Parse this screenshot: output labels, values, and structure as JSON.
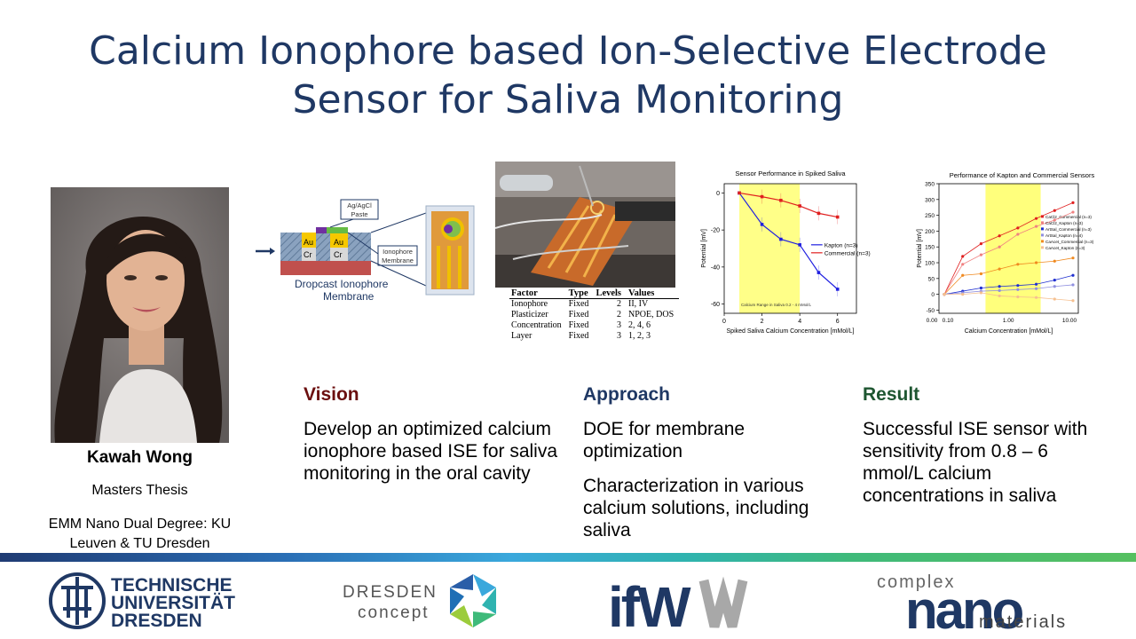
{
  "title": {
    "line1": "Calcium Ionophore based Ion-Selective Electrode",
    "line2": "Sensor for Saliva Monitoring"
  },
  "person": {
    "name": "Kawah Wong",
    "role": "Masters Thesis",
    "degree": "EMM Nano Dual Degree: KU Leuven & TU Dresden"
  },
  "diagram": {
    "agagcl": "Ag/AgCl Paste",
    "au1": "Au",
    "cr1": "Cr",
    "au2": "Au",
    "cr2": "Cr",
    "ionophore_membrane": "Ionophore Membrane",
    "caption": "Dropcast Ionophore Membrane"
  },
  "doe_table": {
    "headers": [
      "Factor",
      "Type",
      "Levels",
      "Values"
    ],
    "rows": [
      [
        "Ionophore",
        "Fixed",
        "2",
        "II, IV"
      ],
      [
        "Plasticizer",
        "Fixed",
        "2",
        "NPOE, DOS"
      ],
      [
        "Concentration",
        "Fixed",
        "3",
        "2, 4, 6"
      ],
      [
        "Layer",
        "Fixed",
        "3",
        "1, 2, 3"
      ]
    ]
  },
  "chart_data": [
    {
      "type": "line",
      "title": "Sensor Performance in Spiked Saliva",
      "xlabel": "Spiked Saliva Calcium Concentration [mMol/L]",
      "ylabel": "Potential [mV]",
      "xlim": [
        0,
        7
      ],
      "ylim": [
        -65,
        5
      ],
      "xticks": [
        0,
        2,
        4,
        6
      ],
      "yticks": [
        0,
        -20,
        -40,
        -60
      ],
      "annotation": "Calcium Range in Saliva 0.2 - 4 mMol/L",
      "highlight_range": [
        0.8,
        4
      ],
      "legend": "right",
      "series": [
        {
          "name": "Kapton (n=3)",
          "color": "#1f1fe0",
          "x": [
            0.8,
            2,
            3,
            4,
            5,
            6
          ],
          "values": [
            0,
            -17,
            -25,
            -28,
            -43,
            -52
          ]
        },
        {
          "name": "Commercial (n=3)",
          "color": "#e01f1f",
          "x": [
            0.8,
            2,
            3,
            4,
            5,
            6
          ],
          "values": [
            0,
            -2,
            -4,
            -7,
            -11,
            -13
          ]
        }
      ]
    },
    {
      "type": "scatter",
      "title": "Performance of Kapton and Commercial Sensors",
      "xlabel": "Calcium Concentration [mMol/L]",
      "ylabel": "Potential [mV]",
      "xscale": "log",
      "xticklabels": [
        "0.00",
        "0.10",
        "1.00",
        "10.00"
      ],
      "ylim": [
        -60,
        350
      ],
      "yticks": [
        -50,
        0,
        50,
        100,
        150,
        200,
        250,
        300,
        350
      ],
      "legend": "right",
      "series": [
        {
          "name": "CaCl2_Commercial (n=3)",
          "color": "#e01f1f",
          "values": [
            0,
            120,
            160,
            185,
            210,
            240,
            265,
            290
          ]
        },
        {
          "name": "CaCl2_Kapton (n=3)",
          "color": "#f08080",
          "values": [
            0,
            95,
            125,
            150,
            190,
            215,
            235,
            260
          ]
        },
        {
          "name": "ArtSal_Commercial (n=3)",
          "color": "#2030d0",
          "values": [
            0,
            10,
            20,
            25,
            28,
            32,
            45,
            60
          ]
        },
        {
          "name": "ArtSal_Kapton (n=4)",
          "color": "#9090e0",
          "values": [
            0,
            5,
            10,
            12,
            15,
            18,
            25,
            30
          ]
        },
        {
          "name": "CaAcet_Commercial (n=3)",
          "color": "#f08a20",
          "values": [
            0,
            60,
            65,
            80,
            95,
            100,
            105,
            115
          ]
        },
        {
          "name": "CaAcet_Kapton (n=3)",
          "color": "#f5c090",
          "values": [
            0,
            0,
            5,
            -5,
            -8,
            -10,
            -15,
            -20
          ]
        }
      ]
    }
  ],
  "columns": {
    "vision": {
      "heading": "Vision",
      "color": "#6b0f0f",
      "body": "Develop an optimized calcium ionophore based ISE for saliva monitoring in the oral cavity"
    },
    "approach": {
      "heading": "Approach",
      "color": "#1f3864",
      "body1": "DOE for membrane optimization",
      "body2": "Characterization in various calcium solutions, including saliva"
    },
    "result": {
      "heading": "Result",
      "color": "#1e5631",
      "body": "Successful ISE sensor with sensitivity from 0.8 – 6 mmol/L calcium concentrations in saliva"
    }
  },
  "logos": {
    "tud": {
      "line1": "TECHNISCHE",
      "line2": "UNIVERSITÄT",
      "line3": "DRESDEN"
    },
    "dresden_concept": {
      "line1": "DRESDEN",
      "line2": "concept"
    },
    "ifw": {
      "text": "ifW"
    },
    "complex_nano": {
      "line1": "complex",
      "line2": "nano",
      "line3": "materials"
    }
  }
}
